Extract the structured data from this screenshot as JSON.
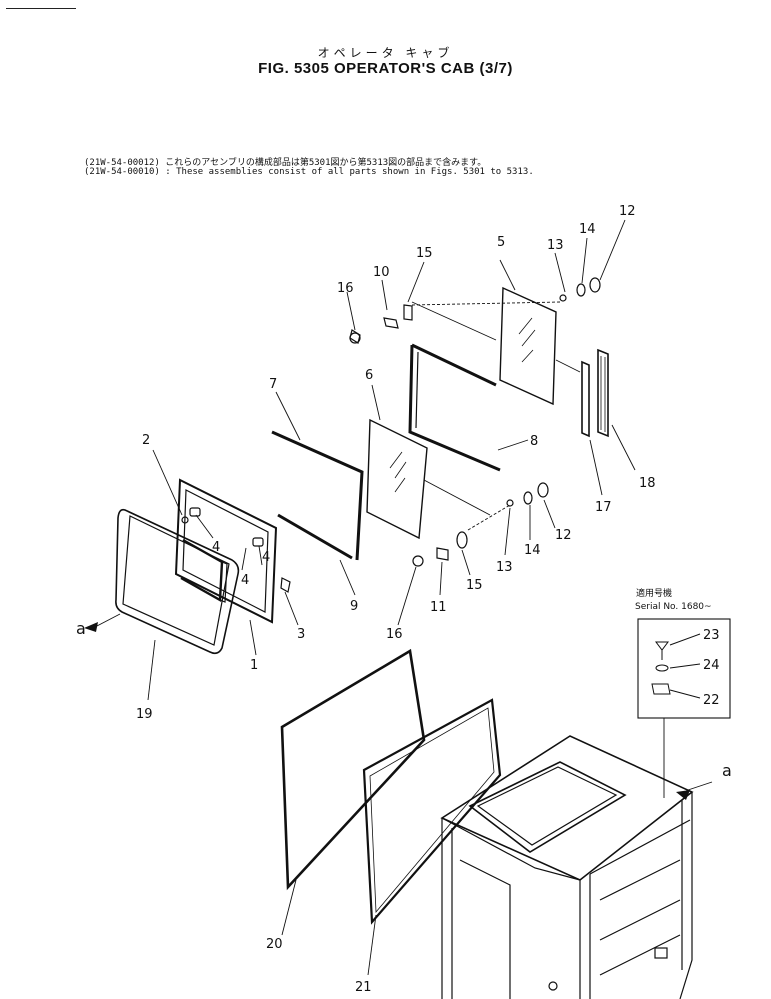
{
  "title": {
    "japanese": "オペレータ キャブ",
    "english": "FIG. 5305  OPERATOR'S CAB (3/7)"
  },
  "notes": [
    "(21W-54-00012)  これらのアセンブリの構成部品は第5301図から第5313図の部品まで含みます。",
    "(21W-54-00010) : These assemblies consist of all parts shown in Figs. 5301 to 5313."
  ],
  "serial_box": {
    "heading_ja": "適用号機",
    "heading_en": "Serial No. 1680~",
    "part_labels": [
      "23",
      "24",
      "22"
    ]
  },
  "view_marker": "a",
  "part_labels": [
    "1",
    "2",
    "3",
    "4",
    "4",
    "4",
    "5",
    "6",
    "7",
    "8",
    "9",
    "10",
    "11",
    "12",
    "12",
    "13",
    "13",
    "14",
    "14",
    "15",
    "15",
    "16",
    "16",
    "17",
    "18",
    "19",
    "20",
    "21"
  ]
}
